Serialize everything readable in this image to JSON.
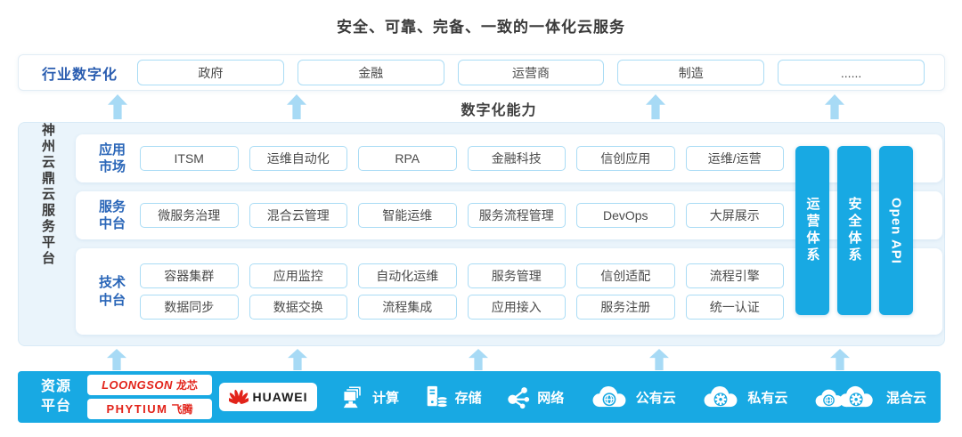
{
  "title": "安全、可靠、完备、一致的一体化云服务",
  "colors": {
    "bright_blue": "#18a9e3",
    "panel_blue": "#eaf4fb",
    "chip_border_blue": "#aadcf5",
    "arrow_blue": "#a7daf5",
    "label_blue": "#2a5db0",
    "brand_red": "#e2231a"
  },
  "industry_row": {
    "label": "行业数字化",
    "items": [
      "政府",
      "金融",
      "运营商",
      "制造",
      "......"
    ]
  },
  "capability_label": "数字化能力",
  "platform": {
    "name": "神州云鼎云服务平台",
    "sections": [
      {
        "label_top": "应用",
        "label_bottom": "市场",
        "rows": [
          [
            "ITSM",
            "运维自动化",
            "RPA",
            "金融科技",
            "信创应用",
            "运维/运营"
          ]
        ]
      },
      {
        "label_top": "服务",
        "label_bottom": "中台",
        "rows": [
          [
            "微服务治理",
            "混合云管理",
            "智能运维",
            "服务流程管理",
            "DevOps",
            "大屏展示"
          ]
        ]
      },
      {
        "label_top": "技术",
        "label_bottom": "中台",
        "rows": [
          [
            "容器集群",
            "应用监控",
            "自动化运维",
            "服务管理",
            "信创适配",
            "流程引擎"
          ],
          [
            "数据同步",
            "数据交换",
            "流程集成",
            "应用接入",
            "服务注册",
            "统一认证"
          ]
        ]
      }
    ],
    "side_bars": [
      "运营体系",
      "安全体系",
      "Open API"
    ]
  },
  "resource_platform": {
    "label_top": "资源",
    "label_bottom": "平台",
    "vendors": {
      "loongson_en": "LOONGSON",
      "loongson_cn": "龙芯",
      "phytium_en": "PHYTIUM",
      "phytium_cn": "飞腾",
      "huawei": "HUAWEI"
    },
    "items": [
      {
        "icon": "compute-icon",
        "label": "计算"
      },
      {
        "icon": "storage-icon",
        "label": "存储"
      },
      {
        "icon": "network-icon",
        "label": "网络"
      },
      {
        "icon": "public-cloud-icon",
        "label": "公有云"
      },
      {
        "icon": "private-cloud-icon",
        "label": "私有云"
      },
      {
        "icon": "hybrid-cloud-icon",
        "label": "混合云"
      }
    ]
  }
}
